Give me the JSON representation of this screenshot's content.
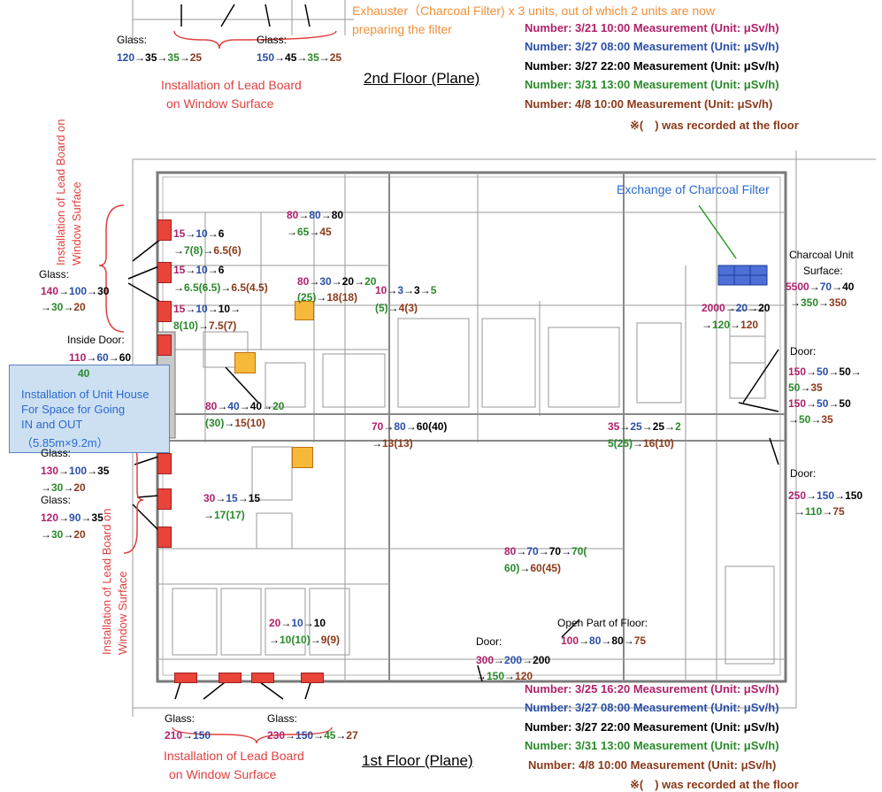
{
  "top_note": {
    "line1": "Exhauster（Charcoal Filter) x 3 units, out of which 2 units are now",
    "line2": "preparing the filter"
  },
  "floor2": {
    "caption": "2nd Floor (Plane)",
    "lead_note": {
      "line1": "Installation of Lead Board",
      "line2": "on Window Surface"
    },
    "glass_left": {
      "label": "Glass:",
      "v1": "120",
      "v2": "35",
      "v3": "35",
      "v4": "25"
    },
    "glass_right": {
      "label": "Glass:",
      "v1": "150",
      "v2": "45",
      "v3": "35",
      "v4": "25"
    },
    "legend": [
      "Number: 3/21 10:00 Measurement (Unit: μSv/h)",
      "Number: 3/27 08:00 Measurement (Unit: μSv/h)",
      "Number: 3/27 22:00 Measurement (Unit: μSv/h)",
      "Number: 3/31 13:00 Measurement (Unit: μSv/h)",
      "Number: 4/8 10:00 Measurement (Unit: μSv/h)",
      "※(　) was recorded at the floor"
    ]
  },
  "floor1": {
    "caption": "1st Floor (Plane)",
    "lead_note": {
      "line1": "Installation of Lead Board",
      "line2": "on Window Surface"
    },
    "legend": [
      "Number: 3/25 16:20 Measurement (Unit: μSv/h)",
      "Number: 3/27 08:00 Measurement (Unit: μSv/h)",
      "Number: 3/27 22:00 Measurement (Unit: μSv/h)",
      "Number: 3/31 13:00 Measurement (Unit: μSv/h)",
      "Number: 4/8 10:00 Measurement (Unit: μSv/h)",
      "※(　) was recorded at the floor"
    ],
    "vertical_lead_top": "Installation of Lead Board on Window Surface",
    "vertical_lead_bottom": "Installation of Lead Board on Window Surface",
    "exchange_note": "Exchange of Charcoal Filter",
    "unit_house": {
      "line1": "Installation of Unit House",
      "line2": "For Space for Going",
      "line3": "IN and OUT",
      "line4": "（5.85m×9.2m）"
    },
    "labels": {
      "glass": "Glass:",
      "inside_door": "Inside Door:",
      "door": "Door:",
      "charcoal1": "Charcoal Unit",
      "charcoal2": "Surface:",
      "open_floor": "Open Part of Floor:"
    },
    "readings": {
      "g140": [
        "140",
        "100",
        "30",
        "30",
        "20"
      ],
      "door110": [
        "110",
        "60",
        "60",
        "40"
      ],
      "r15a": [
        "15",
        "10",
        "6",
        "7(8)",
        "6.5(6)"
      ],
      "r15b": [
        "15",
        "10",
        "6",
        "6.5(6.5)",
        "6.5(4.5)"
      ],
      "r15c": [
        "15",
        "10",
        "10",
        "8(10)",
        "7.5(7)"
      ],
      "r80top": [
        "80",
        "80",
        "80",
        "65",
        "45"
      ],
      "r80b": [
        "80",
        "30",
        "20",
        "20",
        "(25)",
        "18(18)"
      ],
      "r10": [
        "10",
        "3",
        "3",
        "5",
        "(5)",
        "4(3)"
      ],
      "r2000": [
        "2000",
        "20",
        "20",
        "120",
        "120"
      ],
      "r5500": [
        "5500",
        "70",
        "40",
        "350",
        "350"
      ],
      "d150a": [
        "150",
        "50",
        "50",
        "50",
        "35"
      ],
      "d150b": [
        "150",
        "50",
        "50",
        "50",
        "35"
      ],
      "r80c": [
        "80",
        "40",
        "40",
        "20",
        "(30)",
        "15(10)"
      ],
      "r70": [
        "70",
        "80",
        "60(40)",
        "13(13)"
      ],
      "r35": [
        "35",
        "25",
        "25",
        "2",
        "5(25)",
        "16(10)"
      ],
      "g130": [
        "130",
        "100",
        "35",
        "30",
        "20"
      ],
      "g120": [
        "120",
        "90",
        "35",
        "30",
        "20"
      ],
      "r30": [
        "30",
        "15",
        "15",
        "17(17)"
      ],
      "d250": [
        "250",
        "150",
        "150",
        "110",
        "75"
      ],
      "r80d": [
        "80",
        "70",
        "70",
        "70(",
        "60)",
        "60(45)"
      ],
      "r20": [
        "20",
        "10",
        "10",
        "10(10)",
        "9(9)"
      ],
      "r100": [
        "100",
        "80",
        "80",
        "75"
      ],
      "d300": [
        "300",
        "200",
        "200",
        "150",
        "120"
      ],
      "g210": [
        "210",
        "150"
      ],
      "g230": [
        "230",
        "150",
        "45",
        "27"
      ]
    }
  }
}
